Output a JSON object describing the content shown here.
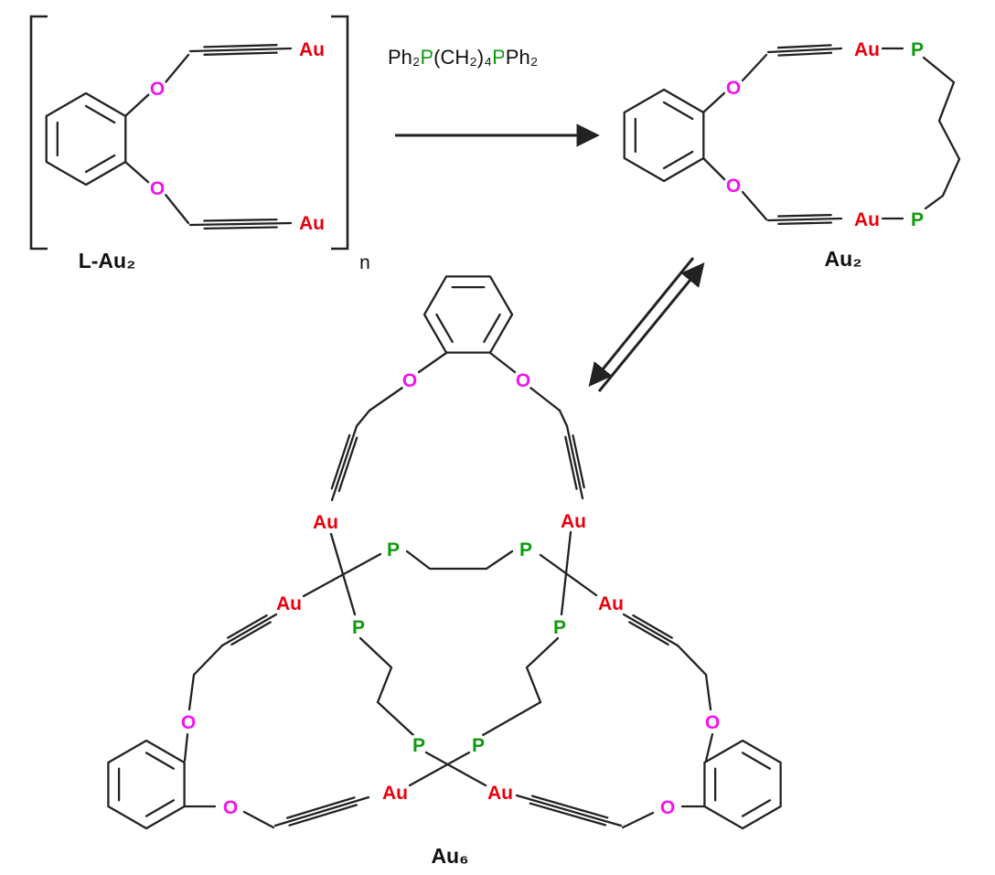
{
  "colors": {
    "gold": "#e8000d",
    "oxygen": "#f213f2",
    "phosphorus": "#0f9b0f",
    "bond": "#222222",
    "background": "#ffffff"
  },
  "atoms": {
    "gold": "Au",
    "oxygen": "O",
    "phosphorus": "P"
  },
  "reaction": {
    "reagent": {
      "seg1": "Ph₂",
      "seg2": "P",
      "seg3": "(CH₂)₄",
      "seg4": "P",
      "seg5": "Ph₂"
    },
    "polymer_subscript": "n"
  },
  "captions": {
    "reactant": "L-Au₂",
    "product_small": "Au₂",
    "product_large": "Au₆"
  }
}
